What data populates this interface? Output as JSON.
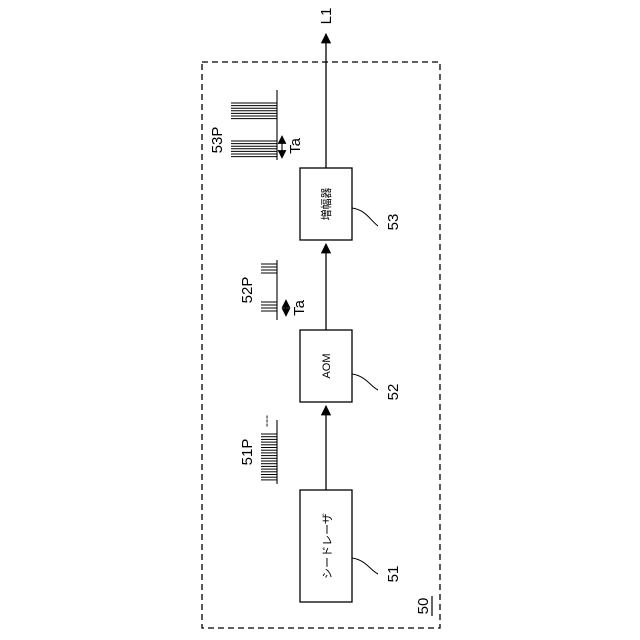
{
  "diagram": {
    "system_label": "50",
    "output_label": "L1",
    "blocks": [
      {
        "ref": "51",
        "label": "シードレーザ"
      },
      {
        "ref": "52",
        "label": "AOM"
      },
      {
        "ref": "53",
        "label": "増幅器"
      }
    ],
    "pulse_trains": [
      {
        "label": "51P",
        "continuation": "---"
      },
      {
        "label": "52P",
        "interval": "Ta"
      },
      {
        "label": "53P",
        "interval": "Ta"
      }
    ]
  }
}
